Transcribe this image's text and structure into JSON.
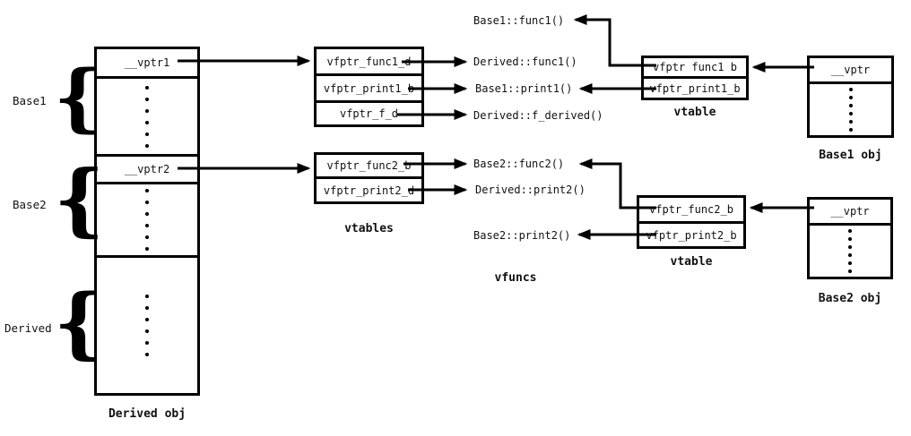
{
  "colors": {
    "ink": "#000000",
    "background": "#ffffff"
  },
  "derived_obj": {
    "caption": "Derived obj",
    "vptr1": "__vptr1",
    "vptr2": "__vptr2"
  },
  "group_labels": {
    "base1": "Base1",
    "base2": "Base2",
    "derived": "Derived",
    "brace_glyph": "{"
  },
  "mid_vtables": {
    "caption": "vtables",
    "table1_rows": [
      "vfptr_func1_d",
      "vfptr_print1_b",
      "vfptr_f_d"
    ],
    "table2_rows": [
      "vfptr_func2_b",
      "vfptr_print2_d"
    ]
  },
  "vfuncs": {
    "caption": "vfuncs",
    "f1": "Base1::func1()",
    "f2": "Derived::func1()",
    "f3": "Base1::print1()",
    "f4": "Derived::f_derived()",
    "f5": "Base2::func2()",
    "f6": "Derived::print2()",
    "f7": "Base2::print2()"
  },
  "base1_vtable": {
    "caption": "vtable",
    "rows": [
      "vfptr func1 b",
      "vfptr_print1_b"
    ]
  },
  "base2_vtable": {
    "caption": "vtable",
    "rows": [
      "vfptr_func2_b",
      "vfptr_print2_b"
    ]
  },
  "base1_obj": {
    "caption": "Base1 obj",
    "vptr": "__vptr"
  },
  "base2_obj": {
    "caption": "Base2 obj",
    "vptr": "__vptr"
  }
}
